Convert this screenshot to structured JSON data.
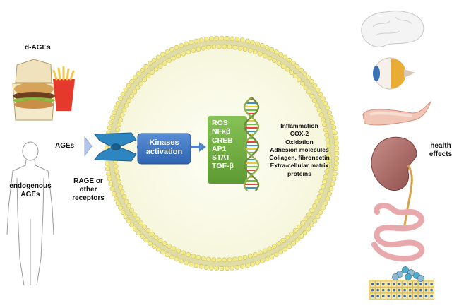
{
  "labels": {
    "d_ages": "d-AGEs",
    "ages": "AGEs",
    "endogenous": [
      "endogenous",
      "AGEs"
    ],
    "receptor": [
      "RAGE or",
      "other",
      "receptors"
    ],
    "kinases": [
      "Kinases",
      "activation"
    ],
    "health_effects": [
      "health",
      "effects"
    ]
  },
  "factors": [
    "ROS",
    "NFκβ",
    "CREB",
    "AP1",
    "STAT",
    "TGF-β"
  ],
  "effects": [
    "Inflammation",
    "COX-2",
    "Oxidation",
    "Adhesion molecules",
    "Collagen, fibronectin",
    "Extra-cellular matrix",
    "proteins"
  ],
  "colors": {
    "kinase_box": "#3f78c4",
    "gene_box": "#72b043",
    "receptor": "#2e86c1",
    "membrane_head": "#f3ea8c",
    "cell_fill": "#fbfbea"
  }
}
